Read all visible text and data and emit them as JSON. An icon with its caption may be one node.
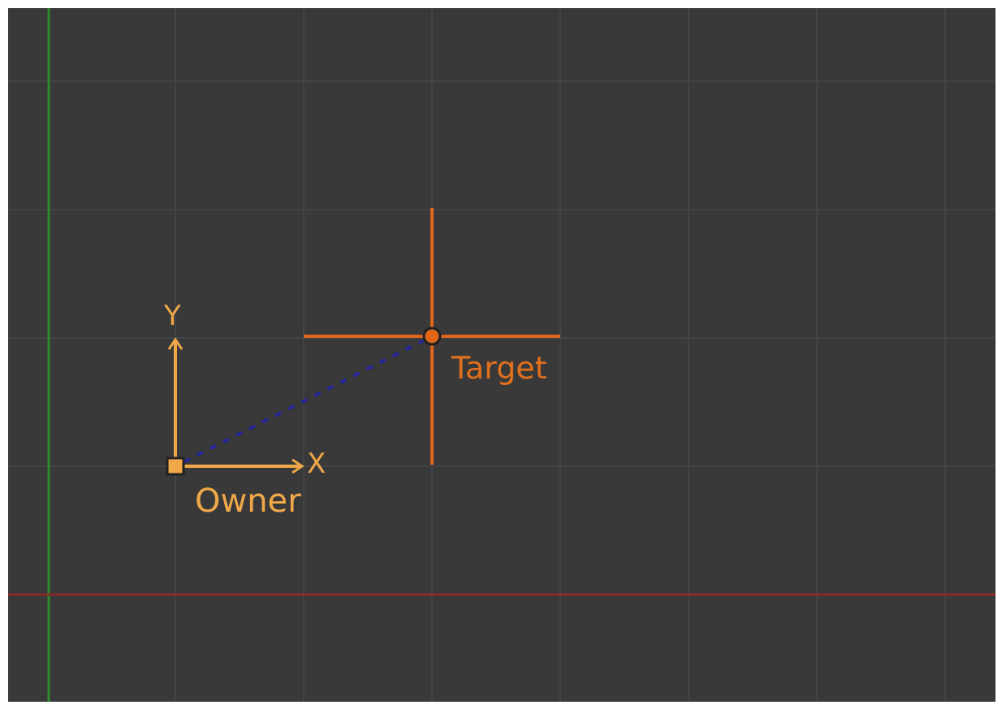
{
  "diagram": {
    "nodes": [
      {
        "text": [],
        "shape": "box",
        "beside": [
          "Owner"
        ]
      },
      {
        "text": [],
        "shape": "circle",
        "beside": [
          "Target"
        ]
      }
    ],
    "edges": [
      {
        "from": 0,
        "to": 1,
        "arrow": "none",
        "style": "dashed",
        "color": "#26269a"
      }
    ],
    "labels": [
      "Y",
      "X"
    ]
  }
}
